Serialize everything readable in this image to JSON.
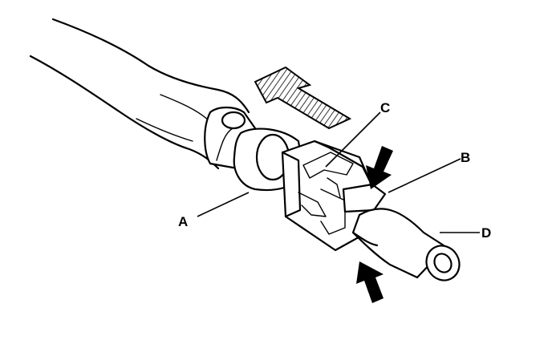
{
  "colors": {
    "ink": "#000000",
    "paper": "#ffffff"
  },
  "callouts": {
    "a": "A",
    "b": "B",
    "c": "C",
    "d": "D"
  },
  "icons": [
    "direction-arrow-icon",
    "press-arrow-icon"
  ]
}
